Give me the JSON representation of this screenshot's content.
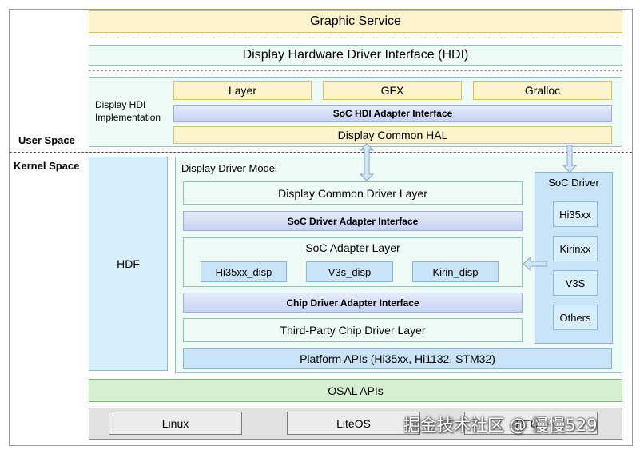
{
  "graphic_service": "Graphic Service",
  "hdi": "Display Hardware Driver Interface (HDI)",
  "hdi_impl": {
    "label_line1": "Display HDI",
    "label_line2": "Implementation",
    "layer": "Layer",
    "gfx": "GFX",
    "gralloc": "Gralloc",
    "soc_hdi_adapter": "SoC HDI Adapter Interface",
    "common_hal": "Display Common HAL"
  },
  "user_space": "User Space",
  "kernel_space": "Kernel Space",
  "hdf": "HDF",
  "driver_model": {
    "title": "Display Driver Model",
    "common_driver_layer": "Display Common Driver Layer",
    "soc_driver_adapter": "SoC Driver Adapter Interface",
    "soc_adapter_layer": {
      "title": "SoC Adapter Layer",
      "items": [
        "Hi35xx_disp",
        "V3s_disp",
        "Kirin_disp"
      ]
    },
    "chip_driver_adapter": "Chip Driver Adapter Interface",
    "third_party_layer": "Third-Party Chip Driver Layer",
    "platform_apis": "Platform APIs (Hi35xx, Hi1132, STM32)"
  },
  "soc_driver": {
    "title": "SoC Driver",
    "items": [
      "Hi35xx",
      "Kirinxx",
      "V3S",
      "Others"
    ]
  },
  "osal": "OSAL APIs",
  "os_list": [
    "Linux",
    "LiteOS",
    "RTOS"
  ],
  "watermark": "掘金技术社区 @ 慢慢529",
  "colors": {
    "yellow": "#fdf3cc",
    "mint": "#eefaf6",
    "blue_band": "#c6d2f3",
    "light_blue": "#c8e4f6",
    "green": "#d6efd0",
    "gray": "#e1e1e1"
  }
}
